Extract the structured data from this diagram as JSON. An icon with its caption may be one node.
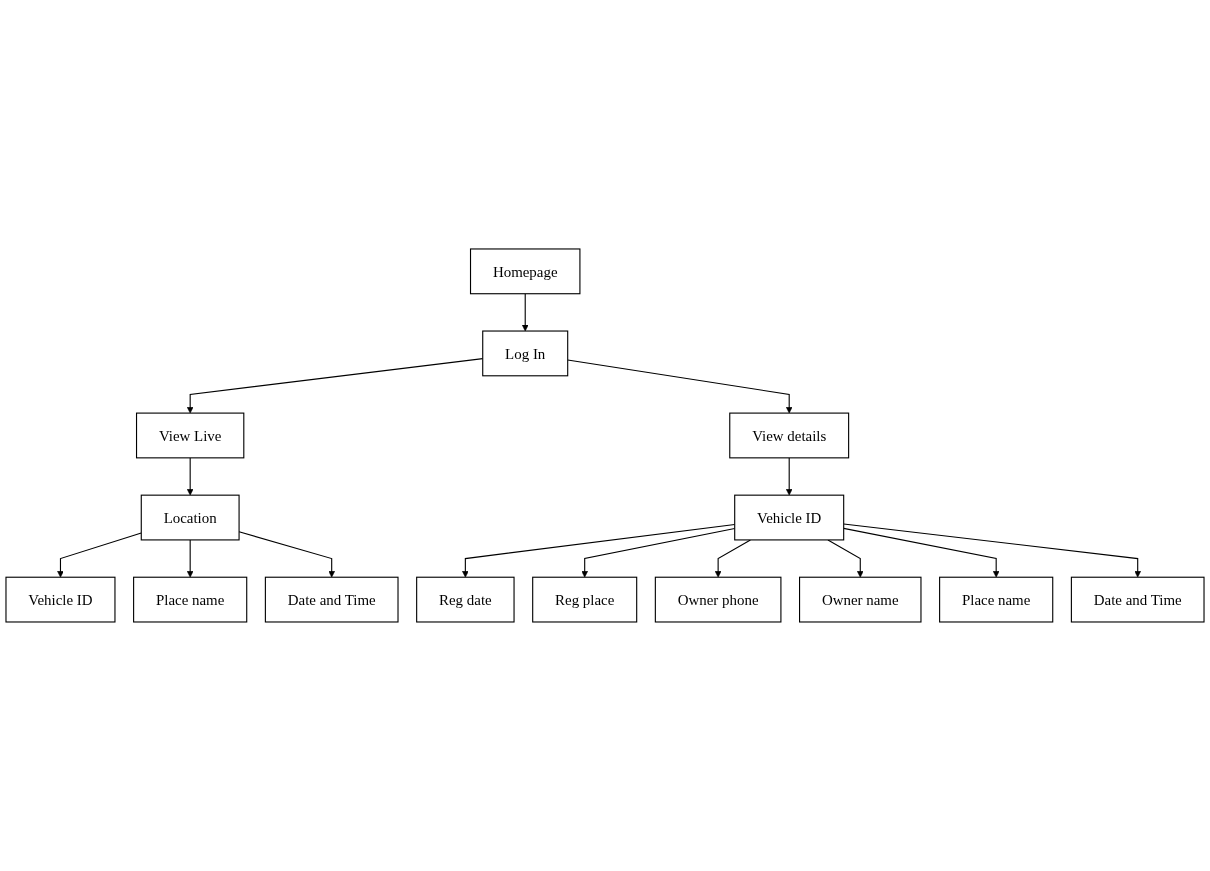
{
  "diagram": {
    "nodes": [
      {
        "text": [
          "Homepage"
        ]
      },
      {
        "text": [
          "Log In"
        ]
      },
      {
        "text": [
          "View Live"
        ]
      },
      {
        "text": [
          "View details"
        ]
      },
      {
        "text": [
          "Location"
        ]
      },
      {
        "text": [
          "Vehicle ID"
        ]
      },
      {
        "text": [
          "Vehicle ID"
        ]
      },
      {
        "text": [
          "Place name"
        ]
      },
      {
        "text": [
          "Date and Time"
        ]
      },
      {
        "text": [
          "Reg date"
        ]
      },
      {
        "text": [
          "Reg place"
        ]
      },
      {
        "text": [
          "Owner phone"
        ]
      },
      {
        "text": [
          "Owner name"
        ]
      },
      {
        "text": [
          "Place name"
        ]
      },
      {
        "text": [
          "Date and Time"
        ]
      }
    ],
    "edges": [
      {
        "from": 0,
        "to": 1,
        "arrow": "to"
      },
      {
        "from": 1,
        "to": 2,
        "arrow": "to"
      },
      {
        "from": 1,
        "to": 3,
        "arrow": "to"
      },
      {
        "from": 2,
        "to": 4,
        "arrow": "to"
      },
      {
        "from": 3,
        "to": 5,
        "arrow": "to"
      },
      {
        "from": 4,
        "to": 6,
        "arrow": "to"
      },
      {
        "from": 4,
        "to": 7,
        "arrow": "to"
      },
      {
        "from": 4,
        "to": 8,
        "arrow": "to"
      },
      {
        "from": 5,
        "to": 9,
        "arrow": "to"
      },
      {
        "from": 5,
        "to": 10,
        "arrow": "to"
      },
      {
        "from": 5,
        "to": 11,
        "arrow": "to"
      },
      {
        "from": 5,
        "to": 12,
        "arrow": "to"
      },
      {
        "from": 5,
        "to": 13,
        "arrow": "to"
      },
      {
        "from": 5,
        "to": 14,
        "arrow": "to"
      }
    ]
  }
}
